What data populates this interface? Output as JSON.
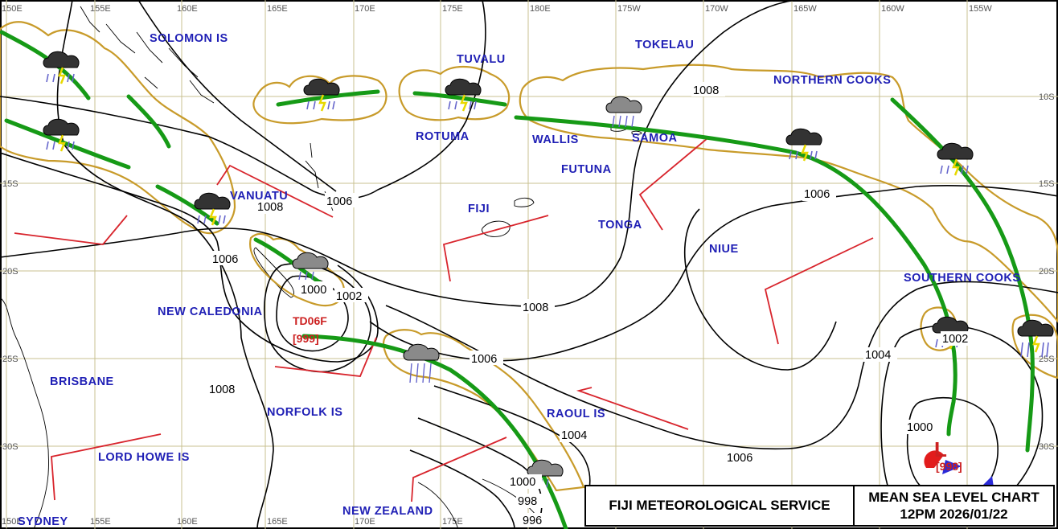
{
  "map": {
    "longitude_ticks_top": [
      "150E",
      "155E",
      "160E",
      "165E",
      "170E",
      "175E",
      "180E",
      "175W",
      "170W",
      "165W",
      "160W",
      "155W"
    ],
    "longitude_ticks_bottom": [
      "150E",
      "155E",
      "160E",
      "165E",
      "170E",
      "175E"
    ],
    "latitude_ticks_right": [
      "10S",
      "15S",
      "20S",
      "25S",
      "30S"
    ],
    "latitude_ticks_left": [
      "15S",
      "20S",
      "25S",
      "30S"
    ],
    "places": {
      "solomon": "SOLOMON IS",
      "tuvalu": "TUVALU",
      "tokelau": "TOKELAU",
      "northern_cooks": "NORTHERN COOKS",
      "rotuma": "ROTUMA",
      "wallis": "WALLIS",
      "samoa": "SAMOA",
      "futuna": "FUTUNA",
      "vanuatu": "VANUATU",
      "fiji": "FIJI",
      "tonga": "TONGA",
      "niue": "NIUE",
      "southern_cooks": "SOUTHERN COOKS",
      "new_caledonia": "NEW CALEDONIA",
      "brisbane": "BRISBANE",
      "norfolk": "NORFOLK IS",
      "raoul": "RAOUL IS",
      "lord_howe": "LORD HOWE IS",
      "sydney": "SYDNEY",
      "new_zealand": "NEW ZEALAND"
    },
    "isobar_labels": {
      "p1008_a": "1008",
      "p1006_a": "1006",
      "p1008_b": "1008",
      "p1006_b": "1006",
      "p1000_a": "1000",
      "p1002_a": "1002",
      "p1008_c": "1008",
      "p1006_c": "1006",
      "p1008_d": "1008",
      "p1006_d": "1006",
      "p1004_a": "1004",
      "p1006_e": "1006",
      "p1004_b": "1004",
      "p1002_b": "1002",
      "p1000_b": "1000",
      "p1000_c": "1000",
      "p998": "998",
      "p996": "996"
    },
    "systems": {
      "td_name": "TD06F",
      "td_pressure": "[999]",
      "low_symbol": "L",
      "low_pressure": "[998]"
    },
    "colors": {
      "front": "#169a16",
      "trough": "#d8242c",
      "cloud_edge": "#c89b2a",
      "label": "#1f1fb5",
      "system": "#cc2020"
    }
  },
  "title_block": {
    "agency": "FIJI METEOROLOGICAL SERVICE",
    "chart_name": "MEAN SEA LEVEL CHART",
    "valid_time": "12PM 2026/01/22"
  }
}
